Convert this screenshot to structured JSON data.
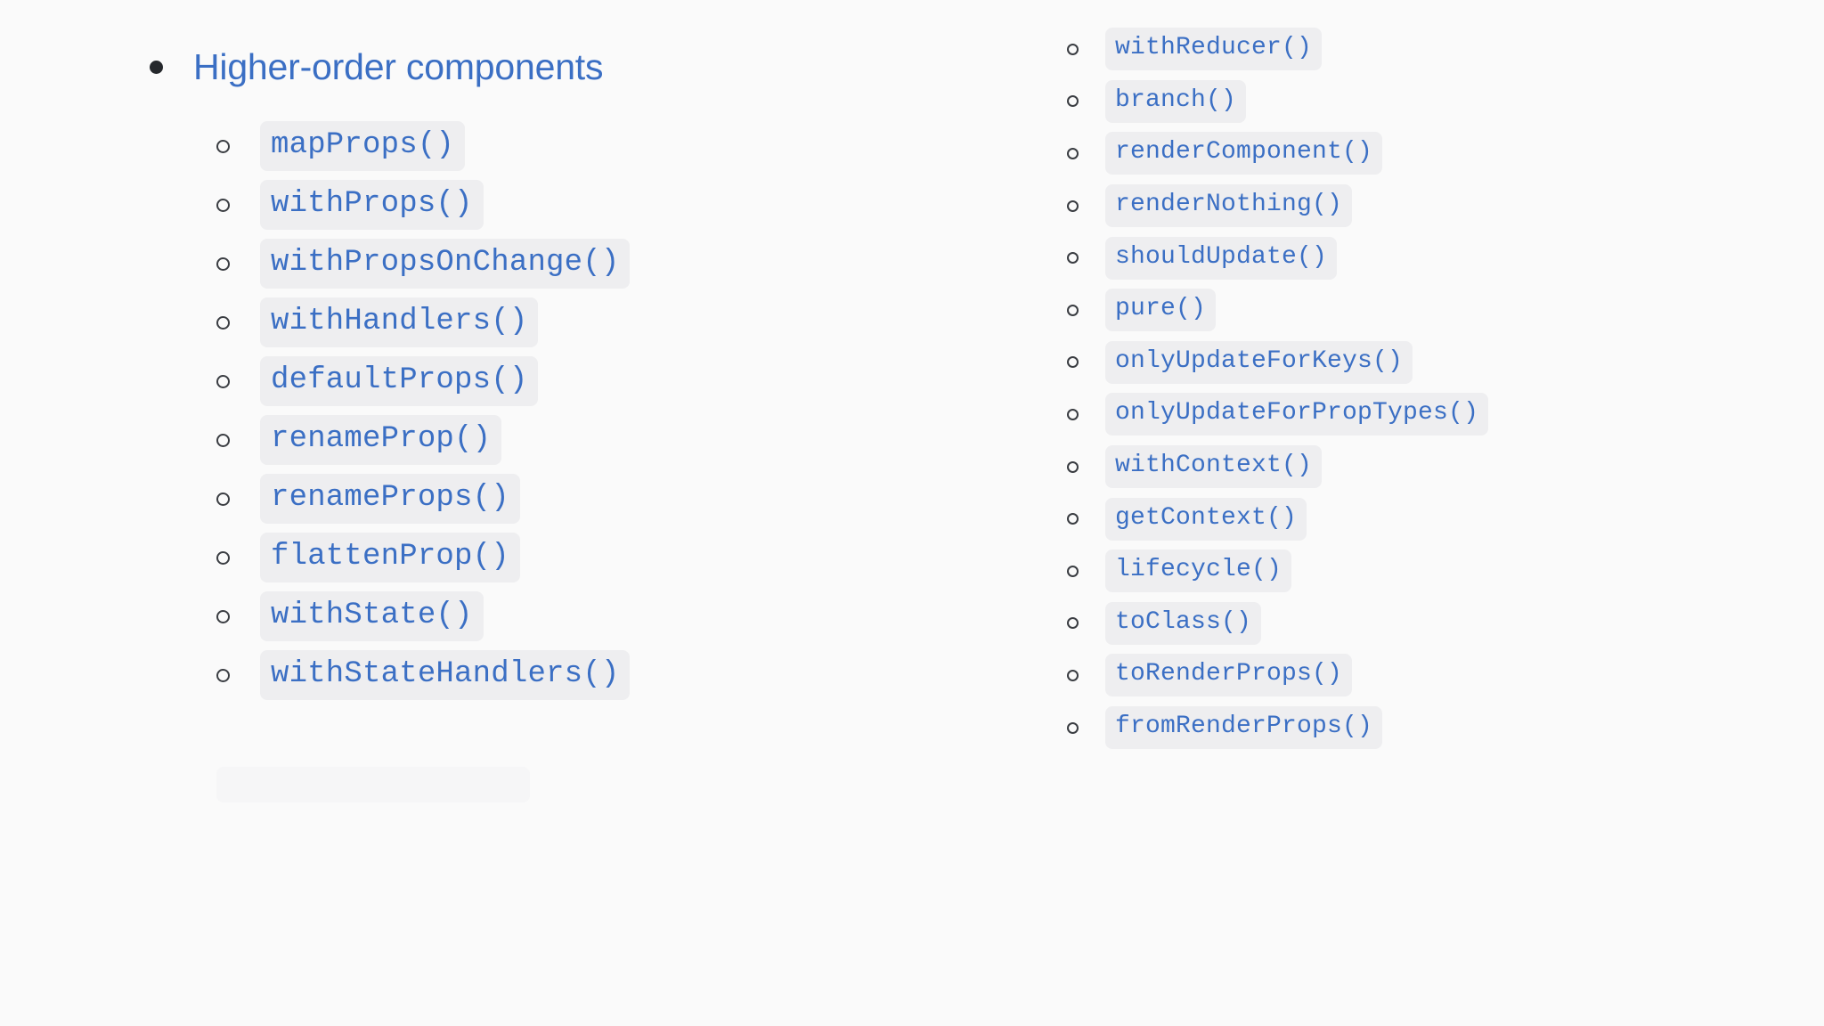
{
  "page": {
    "background_color": "#fafafa",
    "link_color": "#3b6fc4",
    "code_chip_background": "#eeeef0",
    "marker_color": "#25282c"
  },
  "outline": {
    "top_item": {
      "label": "Higher-order components",
      "marker": "disc-bullet"
    },
    "left_column": {
      "marker": "circle-bullet",
      "items": [
        {
          "label": "mapProps()"
        },
        {
          "label": "withProps()"
        },
        {
          "label": "withPropsOnChange()"
        },
        {
          "label": "withHandlers()"
        },
        {
          "label": "defaultProps()"
        },
        {
          "label": "renameProp()"
        },
        {
          "label": "renameProps()"
        },
        {
          "label": "flattenProp()"
        },
        {
          "label": "withState()"
        },
        {
          "label": "withStateHandlers()"
        }
      ]
    },
    "right_column": {
      "marker": "circle-bullet",
      "items": [
        {
          "label": "withReducer()"
        },
        {
          "label": "branch()"
        },
        {
          "label": "renderComponent()"
        },
        {
          "label": "renderNothing()"
        },
        {
          "label": "shouldUpdate()"
        },
        {
          "label": "pure()"
        },
        {
          "label": "onlyUpdateForKeys()"
        },
        {
          "label": "onlyUpdateForPropTypes()"
        },
        {
          "label": "withContext()"
        },
        {
          "label": "getContext()"
        },
        {
          "label": "lifecycle()"
        },
        {
          "label": "toClass()"
        },
        {
          "label": "toRenderProps()"
        },
        {
          "label": "fromRenderProps()"
        }
      ]
    }
  }
}
